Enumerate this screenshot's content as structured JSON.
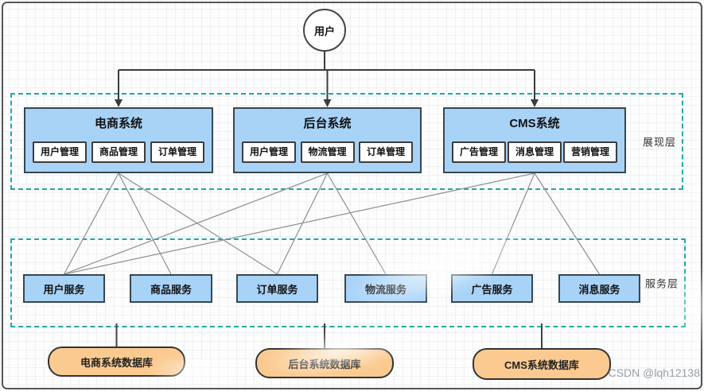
{
  "user_node": {
    "label": "用户"
  },
  "layers": {
    "presentation": {
      "label": "展现层",
      "systems": [
        {
          "title": "电商系统",
          "modules": [
            "用户管理",
            "商品管理",
            "订单管理"
          ]
        },
        {
          "title": "后台系统",
          "modules": [
            "用户管理",
            "物流管理",
            "订单管理"
          ]
        },
        {
          "title": "CMS系统",
          "modules": [
            "广告管理",
            "消息管理",
            "营销管理"
          ]
        }
      ]
    },
    "service": {
      "label": "服务层",
      "services": [
        "用户服务",
        "商品服务",
        "订单服务",
        "物流服务",
        "广告服务",
        "消息服务"
      ]
    }
  },
  "databases": [
    {
      "label": "电商系统数据库"
    },
    {
      "label": "后台系统数据库"
    },
    {
      "label": "CMS系统数据库"
    }
  ],
  "connections": {
    "user_to_systems": [
      0,
      1,
      2
    ],
    "system_to_service": [
      {
        "system": 0,
        "service": 0
      },
      {
        "system": 0,
        "service": 1
      },
      {
        "system": 0,
        "service": 2
      },
      {
        "system": 1,
        "service": 0
      },
      {
        "system": 1,
        "service": 2
      },
      {
        "system": 1,
        "service": 3
      },
      {
        "system": 2,
        "service": 0
      },
      {
        "system": 2,
        "service": 4
      },
      {
        "system": 2,
        "service": 5
      }
    ],
    "layer_to_database": [
      0,
      1,
      2
    ]
  },
  "watermark": "CSDN @lqh12138",
  "colors": {
    "node_fill": "#a8d3f7",
    "node_border": "#36474f",
    "db_fill": "#fbca90",
    "db_border": "#333333",
    "layer_dash": "#1fa8a8",
    "edge": "#8f8f8f",
    "arrow": "#3c3c3c"
  }
}
